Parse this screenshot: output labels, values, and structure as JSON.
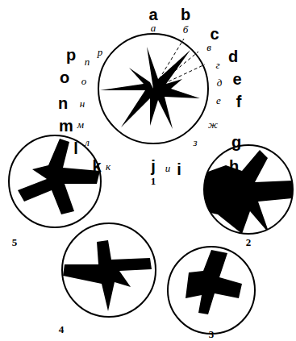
{
  "diagram": {
    "labels": [
      "a",
      "b",
      "c",
      "d",
      "e",
      "f",
      "g",
      "h",
      "i",
      "j",
      "k",
      "l",
      "m",
      "n",
      "o",
      "p",
      "а",
      "б",
      "в",
      "г",
      "д",
      "е",
      "ж",
      "з",
      "и",
      "к",
      "л",
      "м",
      "н",
      "о",
      "п",
      "р",
      "1",
      "2",
      "3",
      "4",
      "5"
    ]
  }
}
